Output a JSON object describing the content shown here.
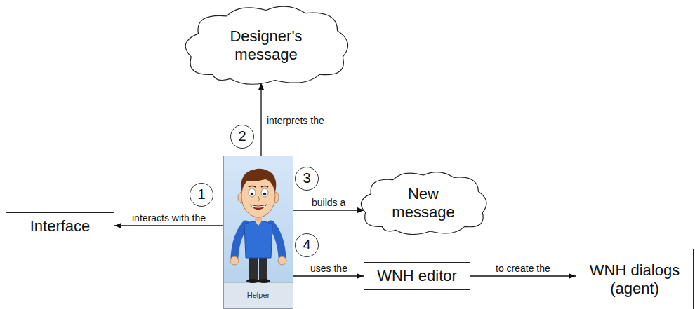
{
  "diagram": {
    "nodes": [
      {
        "text": [
          "Designer's message"
        ]
      },
      {
        "text": [
          "Interface"
        ]
      },
      {
        "text": [
          "Helper"
        ]
      },
      {
        "text": [
          "New message"
        ]
      },
      {
        "text": [
          "WNH editor"
        ]
      },
      {
        "text": [
          "WNH dialogs (agent)"
        ]
      }
    ],
    "edges": [
      {
        "from": 2,
        "to": 1,
        "label": "interacts with the",
        "arrow": "to"
      },
      {
        "from": 2,
        "to": 0,
        "label": "interprets the",
        "arrow": "to"
      },
      {
        "from": 2,
        "to": 3,
        "label": "builds a",
        "arrow": "to"
      },
      {
        "from": 2,
        "to": 4,
        "label": "uses the",
        "arrow": "to"
      },
      {
        "from": 4,
        "to": 5,
        "label": "to create the",
        "arrow": "to"
      }
    ],
    "labels": [
      "1",
      "2",
      "3",
      "4"
    ]
  }
}
